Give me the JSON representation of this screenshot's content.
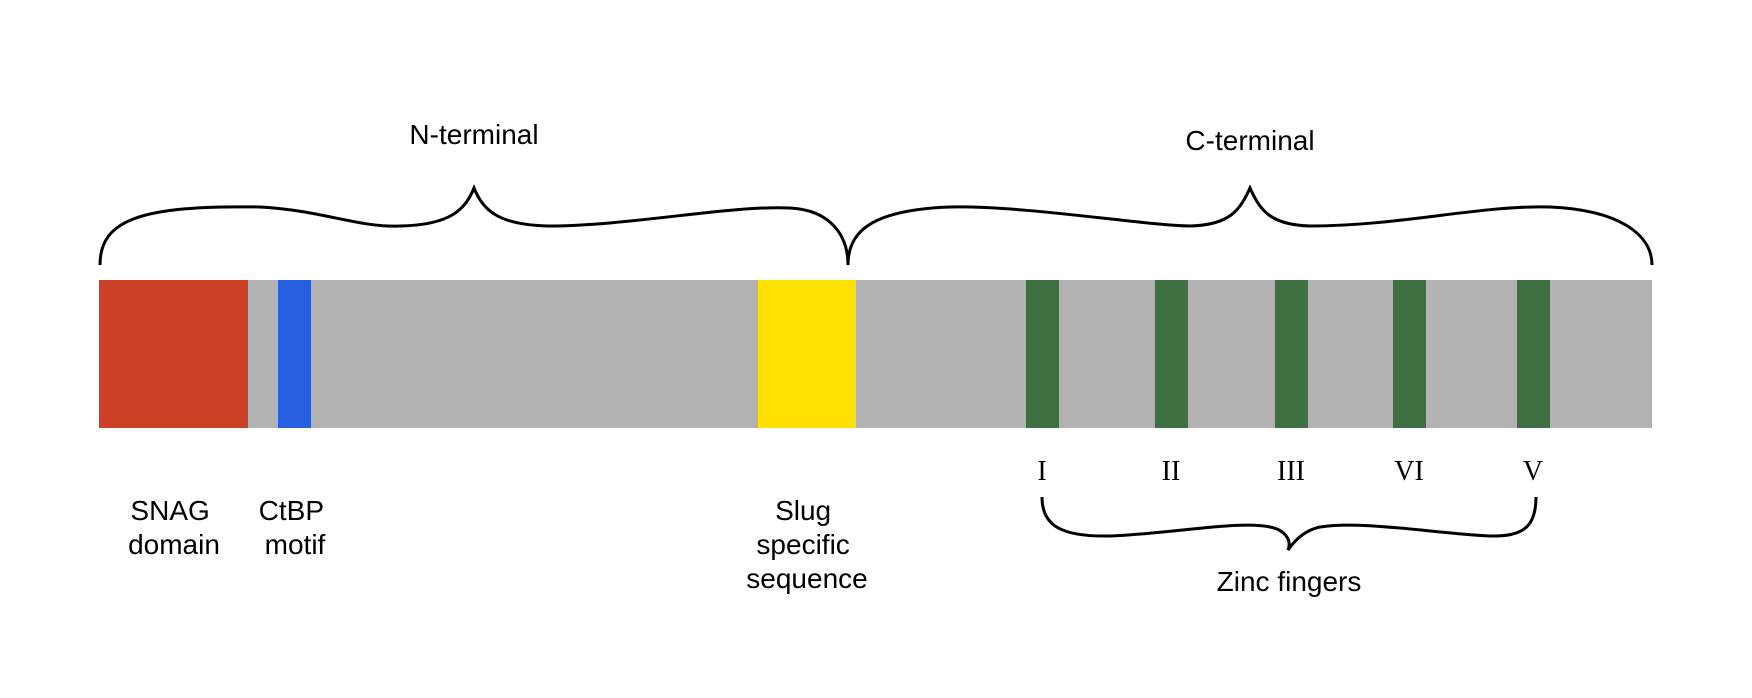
{
  "regions": {
    "n_terminal": "N-terminal",
    "c_terminal": "C-terminal"
  },
  "domains": {
    "snag": {
      "line1": "SNAG",
      "line2": "domain"
    },
    "ctbp": {
      "line1": "CtBP",
      "line2": "motif"
    },
    "slug": {
      "line1": "Slug",
      "line2": "specific",
      "line3": "sequence"
    }
  },
  "zinc_fingers": {
    "label": "Zinc fingers",
    "numerals": [
      "I",
      "II",
      "III",
      "VI",
      "V"
    ]
  },
  "colors": {
    "backbone": "#b2b2b2",
    "snag": "#cc4125",
    "ctbp": "#2660e0",
    "slug": "#ffe000",
    "zinc_finger": "#3e7042",
    "bracket": "#000000"
  }
}
